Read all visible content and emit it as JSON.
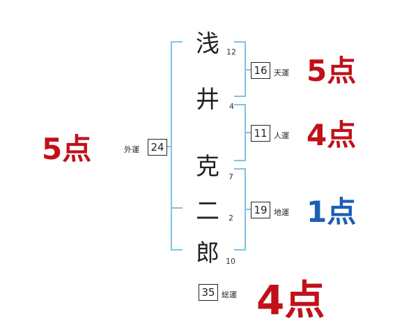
{
  "name_chars": [
    {
      "char": "浅",
      "strokes": "12"
    },
    {
      "char": "井",
      "strokes": "4"
    },
    {
      "char": "克",
      "strokes": "7"
    },
    {
      "char": "二",
      "strokes": "2"
    },
    {
      "char": "郎",
      "strokes": "10"
    }
  ],
  "fortunes": {
    "tenkaku": {
      "label": "天運",
      "value": "16",
      "score": "5点"
    },
    "jinkaku": {
      "label": "人運",
      "value": "11",
      "score": "4点"
    },
    "chikaku": {
      "label": "地運",
      "value": "19",
      "score": "1点"
    },
    "gaikaku": {
      "label": "外運",
      "value": "24",
      "score": "5点"
    },
    "soukaku": {
      "label": "総運",
      "value": "35",
      "score": "4点"
    }
  },
  "colors": {
    "bracket": "#7ec3e6",
    "score_red": "#c0111a",
    "score_blue": "#1a5fb4"
  }
}
